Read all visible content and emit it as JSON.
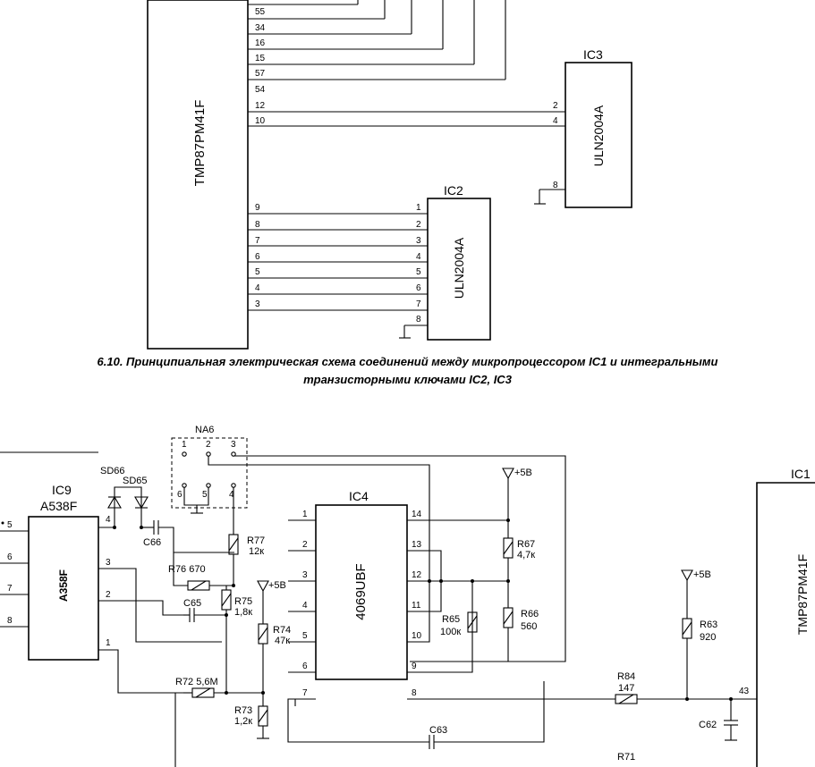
{
  "top": {
    "ic1_label": "TMP87PM41F",
    "ic1_pins_top": [
      "55",
      "34",
      "16",
      "15",
      "57",
      "54",
      "12",
      "10"
    ],
    "ic1_pins_bottom": [
      "9",
      "8",
      "7",
      "6",
      "5",
      "4",
      "3"
    ],
    "ic3": {
      "name": "IC3",
      "part": "ULN2004A",
      "pins": [
        "2",
        "4",
        "8"
      ]
    },
    "ic2": {
      "name": "IC2",
      "part": "ULN2004A",
      "pins": [
        "1",
        "2",
        "3",
        "4",
        "5",
        "6",
        "7",
        "8"
      ]
    }
  },
  "caption": {
    "line1": "6.10. Принципиальная электрическая схема соединений между микропроцессором IC1 и интегральными",
    "line2": "транзисторными ключами IC2, IC3"
  },
  "bottom": {
    "na6": {
      "name": "NA6",
      "pins": [
        "1",
        "2",
        "3",
        "6",
        "5",
        "4"
      ]
    },
    "ic9": {
      "name": "IC9",
      "model": "A538F",
      "body": "A358F",
      "left_pins": [
        "5",
        "6",
        "7",
        "8"
      ],
      "right_pins": [
        "3",
        "2",
        "1"
      ]
    },
    "diodes": [
      "SD66",
      "SD65"
    ],
    "ic4": {
      "name": "IC4",
      "part": "4069UBF",
      "left_pins": [
        "1",
        "2",
        "3",
        "4",
        "5",
        "6",
        "7"
      ],
      "right_pins": [
        "14",
        "13",
        "12",
        "11",
        "10",
        "9",
        "8"
      ]
    },
    "ic1": {
      "name": "IC1",
      "part": "TMP87PM41F",
      "pin": "43"
    },
    "supply": [
      "+5В",
      "+5В",
      "+5В"
    ],
    "components": {
      "C66": "C66",
      "R77": "R77",
      "R77v": "12к",
      "R76": "R76 670",
      "R75": "R75",
      "R75v": "1,8к",
      "C65": "C65",
      "R74": "R74",
      "R74v": "47к",
      "R72": "R72 5,6M",
      "R73": "R73",
      "R73v": "1,2к",
      "C63": "C63",
      "R65": "R65",
      "R65v": "100к",
      "R67": "R67",
      "R67v": "4,7к",
      "R66": "R66",
      "R66v": "560",
      "R84": "R84",
      "R84v": "147",
      "R63": "R63",
      "R63v": "920",
      "C62": "C62",
      "R71": "R71"
    }
  }
}
